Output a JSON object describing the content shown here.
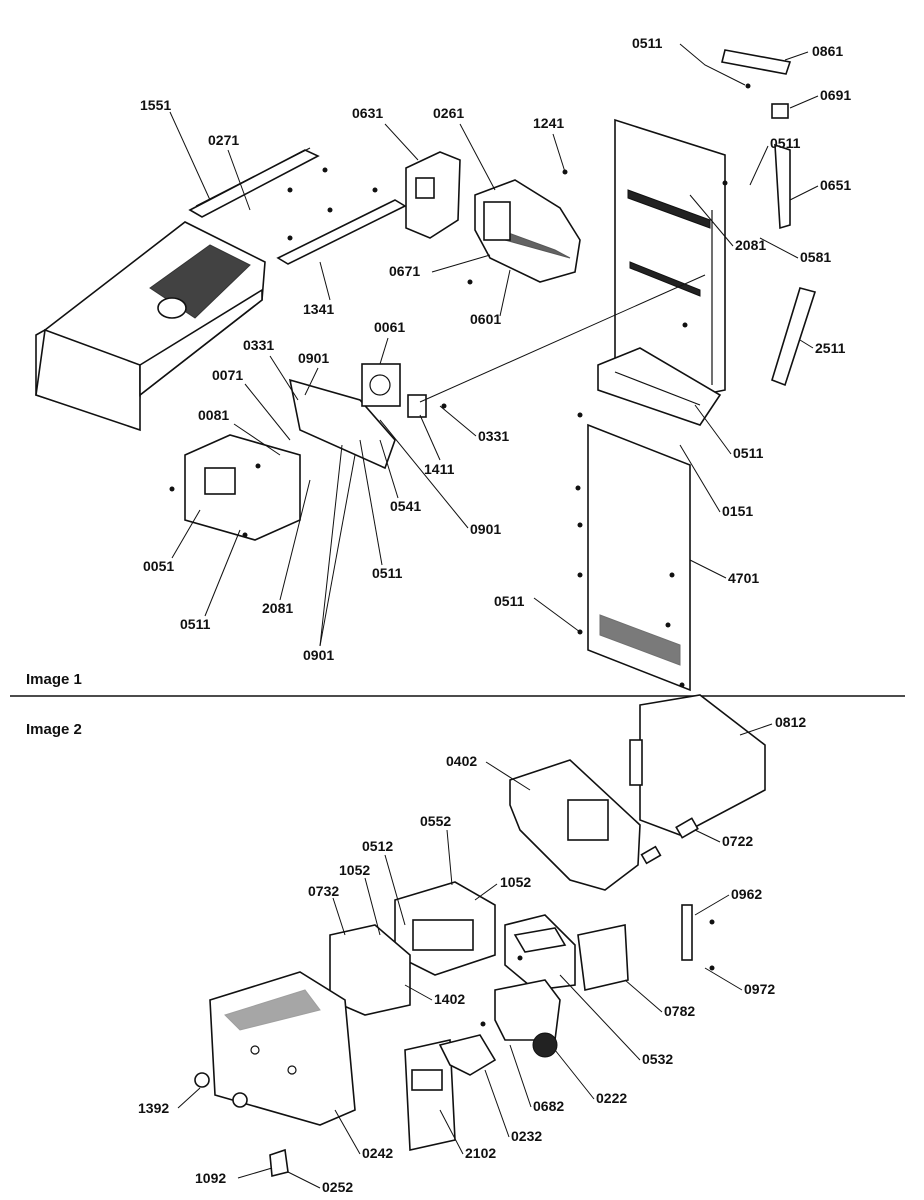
{
  "sections": [
    {
      "label": "Image 1",
      "callouts": [
        "0511",
        "0861",
        "0691",
        "0511",
        "0651",
        "0581",
        "2081",
        "2511",
        "1551",
        "0271",
        "0631",
        "0261",
        "1241",
        "0671",
        "0601",
        "1341",
        "0061",
        "0331",
        "0901",
        "0071",
        "0081",
        "0331",
        "1411",
        "0541",
        "0901",
        "0051",
        "0511",
        "2081",
        "0511",
        "0901",
        "0511",
        "0151",
        "4701",
        "0511"
      ]
    },
    {
      "label": "Image 2",
      "callouts": [
        "0812",
        "0402",
        "0722",
        "0962",
        "0972",
        "0552",
        "0512",
        "1052",
        "1052",
        "0732",
        "1402",
        "0782",
        "0532",
        "0222",
        "0682",
        "0232",
        "2102",
        "0242",
        "1392",
        "1092",
        "0252"
      ]
    }
  ]
}
